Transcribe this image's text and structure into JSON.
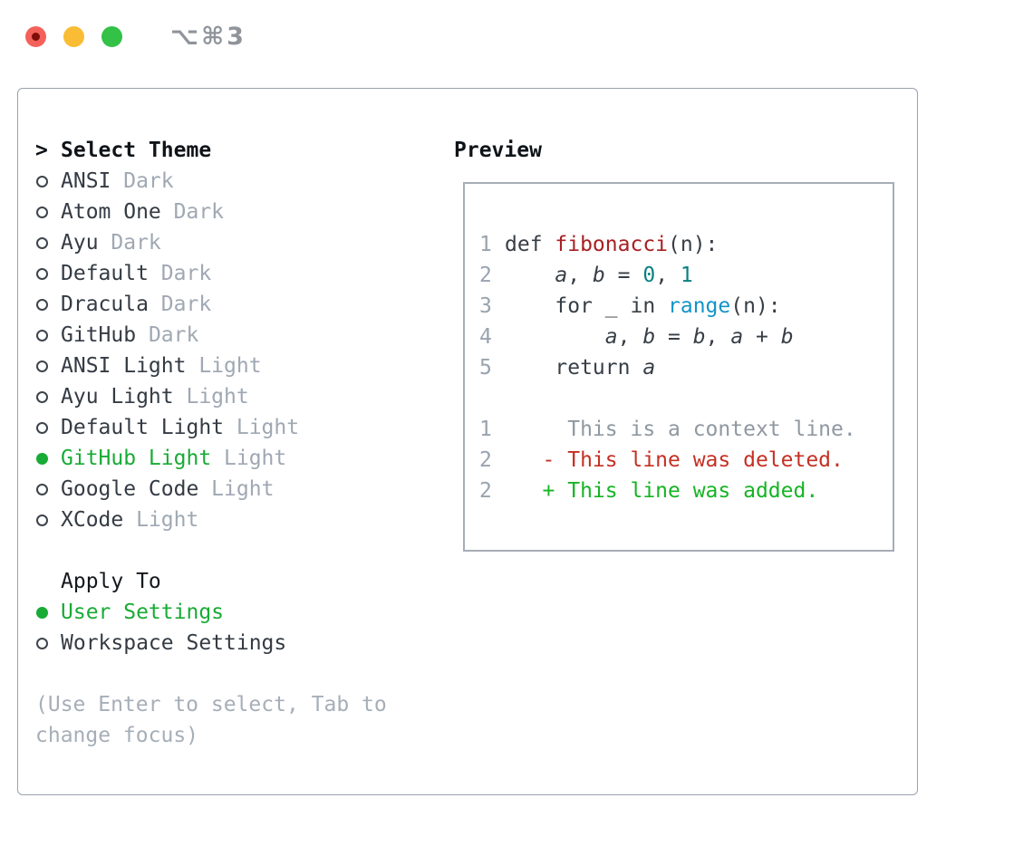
{
  "titlebar": {
    "title": "⌥⌘3",
    "buttons": [
      "close",
      "minimize",
      "zoom"
    ]
  },
  "colors": {
    "accent_green": "#18ab35",
    "deleted_red": "#c53023",
    "added_green": "#16b424",
    "function_red": "#a82022",
    "number_teal": "#0c8080",
    "builtin_blue": "#1394c9",
    "muted_gray": "#9fa8b3",
    "text_dark": "#343b44",
    "panel_border": "#9aa2ac",
    "traffic_red": "#f4615a",
    "traffic_yellow": "#f9bc34",
    "traffic_green": "#33c148"
  },
  "theme_panel": {
    "header": {
      "marker": ">",
      "label": "Select Theme"
    },
    "items": [
      {
        "name": "ANSI",
        "variant": "Dark",
        "selected": false
      },
      {
        "name": "Atom One",
        "variant": "Dark",
        "selected": false
      },
      {
        "name": "Ayu",
        "variant": "Dark",
        "selected": false
      },
      {
        "name": "Default",
        "variant": "Dark",
        "selected": false
      },
      {
        "name": "Dracula",
        "variant": "Dark",
        "selected": false
      },
      {
        "name": "GitHub",
        "variant": "Dark",
        "selected": false
      },
      {
        "name": "ANSI Light",
        "variant": "Light",
        "selected": false
      },
      {
        "name": "Ayu Light",
        "variant": "Light",
        "selected": false
      },
      {
        "name": "Default Light",
        "variant": "Light",
        "selected": false
      },
      {
        "name": "GitHub Light",
        "variant": "Light",
        "selected": true
      },
      {
        "name": "Google Code",
        "variant": "Light",
        "selected": false
      },
      {
        "name": "XCode",
        "variant": "Light",
        "selected": false
      }
    ],
    "apply_to": {
      "label": "Apply To",
      "options": [
        {
          "name": "User Settings",
          "selected": true
        },
        {
          "name": "Workspace Settings",
          "selected": false
        }
      ]
    },
    "hint": "(Use Enter to select, Tab to change focus)"
  },
  "preview": {
    "label": "Preview",
    "lines": [
      {
        "num": "",
        "tokens": []
      },
      {
        "num": "1",
        "tokens": [
          {
            "t": "def ",
            "c": "fg"
          },
          {
            "t": "fibonacci",
            "c": "red"
          },
          {
            "t": "(n):",
            "c": "fg"
          }
        ]
      },
      {
        "num": "2",
        "tokens": [
          {
            "t": "    ",
            "c": "fg"
          },
          {
            "t": "a",
            "c": "var"
          },
          {
            "t": ", ",
            "c": "fg"
          },
          {
            "t": "b",
            "c": "var"
          },
          {
            "t": " = ",
            "c": "fg"
          },
          {
            "t": "0",
            "c": "num"
          },
          {
            "t": ", ",
            "c": "fg"
          },
          {
            "t": "1",
            "c": "num"
          }
        ]
      },
      {
        "num": "3",
        "tokens": [
          {
            "t": "    for _ in ",
            "c": "fg"
          },
          {
            "t": "range",
            "c": "blue"
          },
          {
            "t": "(n):",
            "c": "fg"
          }
        ]
      },
      {
        "num": "4",
        "tokens": [
          {
            "t": "        ",
            "c": "fg"
          },
          {
            "t": "a",
            "c": "var"
          },
          {
            "t": ", ",
            "c": "fg"
          },
          {
            "t": "b",
            "c": "var"
          },
          {
            "t": " = ",
            "c": "fg"
          },
          {
            "t": "b",
            "c": "var"
          },
          {
            "t": ", ",
            "c": "fg"
          },
          {
            "t": "a",
            "c": "var"
          },
          {
            "t": " + ",
            "c": "fg"
          },
          {
            "t": "b",
            "c": "var"
          }
        ]
      },
      {
        "num": "5",
        "tokens": [
          {
            "t": "    return ",
            "c": "fg"
          },
          {
            "t": "a",
            "c": "var"
          }
        ]
      },
      {
        "num": "",
        "tokens": []
      },
      {
        "num": "1",
        "tokens": [
          {
            "t": "     This is a context line.",
            "c": "ctx"
          }
        ]
      },
      {
        "num": "2",
        "tokens": [
          {
            "t": "   - This line was deleted.",
            "c": "del"
          }
        ]
      },
      {
        "num": "2",
        "tokens": [
          {
            "t": "   + This line was added.",
            "c": "add"
          }
        ]
      },
      {
        "num": "",
        "tokens": []
      }
    ]
  }
}
